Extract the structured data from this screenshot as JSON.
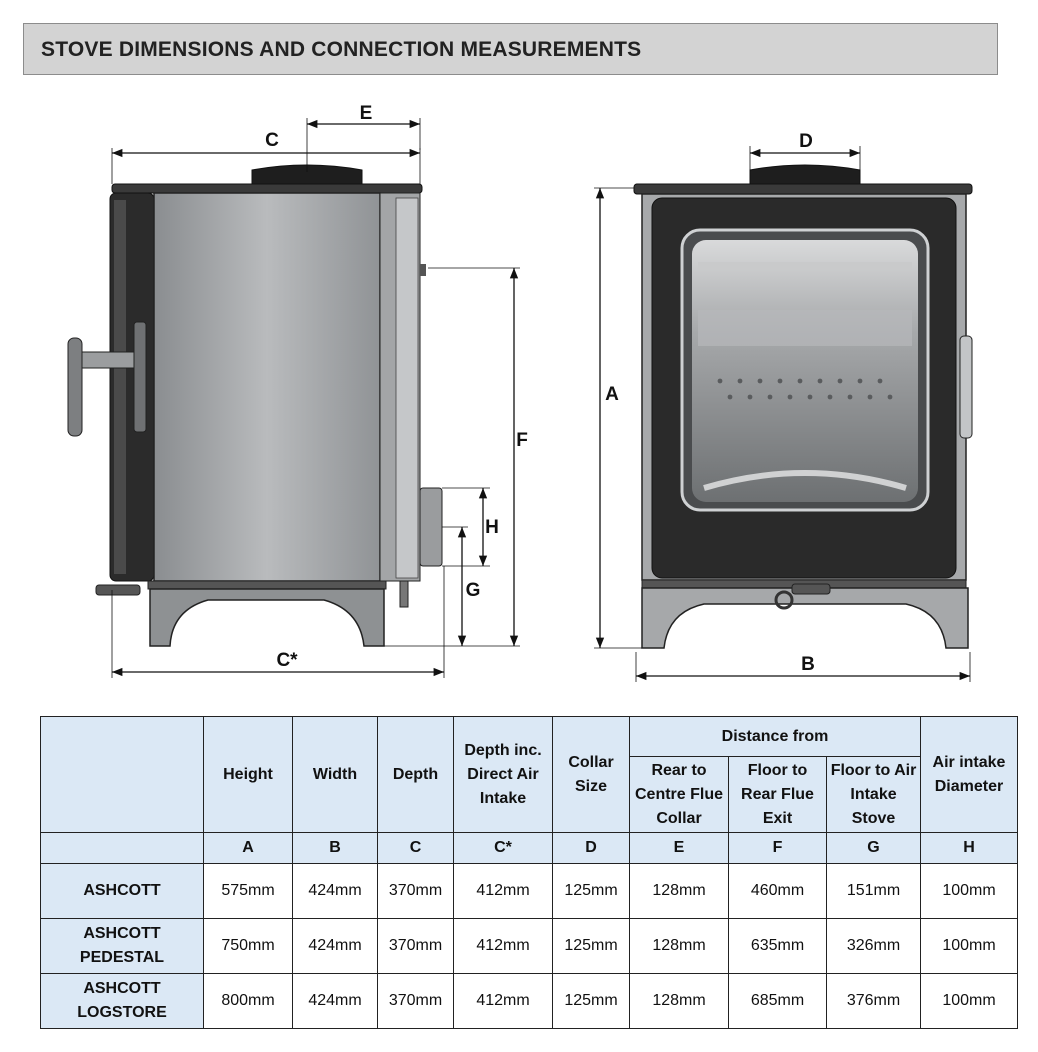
{
  "header": {
    "title": "STOVE DIMENSIONS AND CONNECTION MEASUREMENTS"
  },
  "diagram": {
    "labels": {
      "a": "A",
      "b": "B",
      "c": "C",
      "c_star": "C*",
      "d": "D",
      "e": "E",
      "f": "F",
      "g": "G",
      "h": "H"
    }
  },
  "table": {
    "headers": {
      "height": "Height",
      "width": "Width",
      "depth": "Depth",
      "depth_inc": "Depth inc. Direct Air Intake",
      "collar": "Collar Size",
      "distance_from": "Distance from",
      "rear_centre": "Rear to Centre Flue Collar",
      "floor_rear": "Floor to Rear Flue Exit",
      "floor_air": "Floor to Air Intake Stove",
      "air_diameter": "Air intake Diameter"
    },
    "letters": [
      "A",
      "B",
      "C",
      "C*",
      "D",
      "E",
      "F",
      "G",
      "H"
    ],
    "rows": [
      {
        "name": "ASHCOTT",
        "values": [
          "575mm",
          "424mm",
          "370mm",
          "412mm",
          "125mm",
          "128mm",
          "460mm",
          "151mm",
          "100mm"
        ]
      },
      {
        "name": "ASHCOTT PEDESTAL",
        "values": [
          "750mm",
          "424mm",
          "370mm",
          "412mm",
          "125mm",
          "128mm",
          "635mm",
          "326mm",
          "100mm"
        ]
      },
      {
        "name": "ASHCOTT LOGSTORE",
        "values": [
          "800mm",
          "424mm",
          "370mm",
          "412mm",
          "125mm",
          "128mm",
          "685mm",
          "376mm",
          "100mm"
        ]
      }
    ]
  }
}
